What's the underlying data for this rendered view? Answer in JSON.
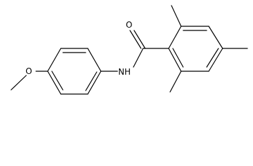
{
  "molecule": {
    "atoms": {
      "oxygen_carbonyl": "O",
      "amide_nitrogen": "NH",
      "oxygen_methoxy": "O"
    },
    "colors": {
      "bond": "#000000",
      "background": "#ffffff"
    }
  }
}
